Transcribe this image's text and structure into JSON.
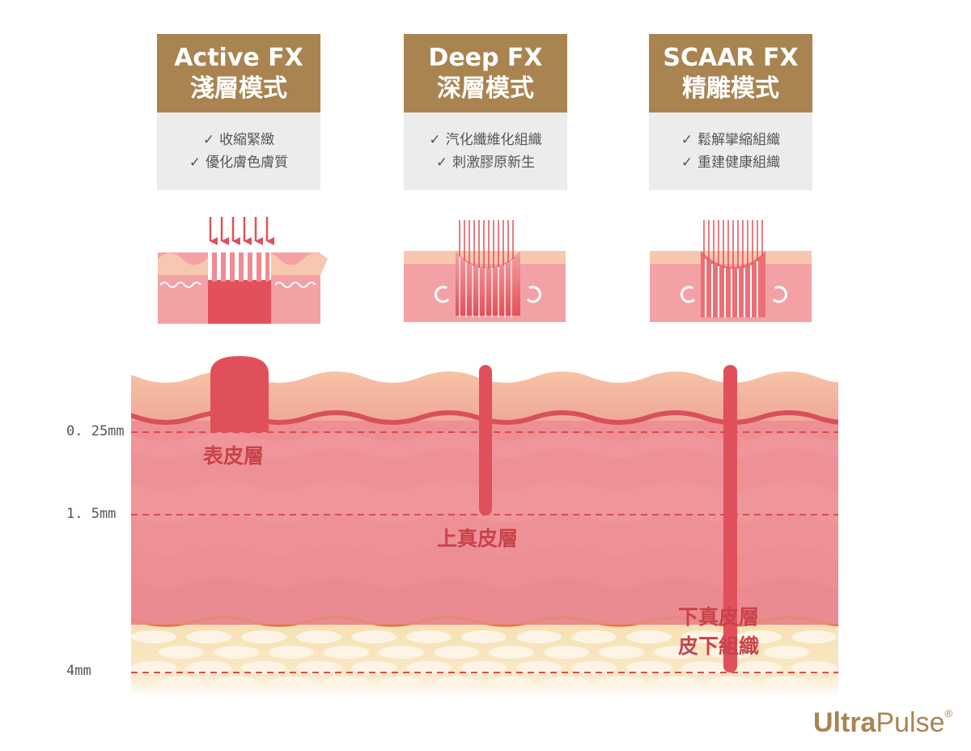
{
  "modes": [
    {
      "name": "Active FX",
      "mode_zh": "淺層模式",
      "benefits": [
        "收縮緊緻",
        "優化膚色膚質"
      ]
    },
    {
      "name": "Deep FX",
      "mode_zh": "深層模式",
      "benefits": [
        "汽化纖維化組織",
        "刺激膠原新生"
      ]
    },
    {
      "name": "SCAAR FX",
      "mode_zh": "精雕模式",
      "benefits": [
        "鬆解攣縮組織",
        "重建健康組織"
      ]
    }
  ],
  "check_mark": "✓",
  "depth_markers": [
    "0. 25mm",
    "1. 5mm",
    "4mm"
  ],
  "layer_labels": {
    "epidermis": "表皮層",
    "upper_dermis": "上真皮層",
    "lower_dermis": "下真皮層",
    "subcutaneous": "皮下組織"
  },
  "brand": {
    "part1": "Ultra",
    "part2": "Pulse",
    "registered": "®"
  },
  "colors": {
    "brand_gold": "#a98451",
    "laser_red": "#d94b55",
    "skin_pink": "#ee9ba0",
    "fat_yellow": "#f6dfae"
  }
}
